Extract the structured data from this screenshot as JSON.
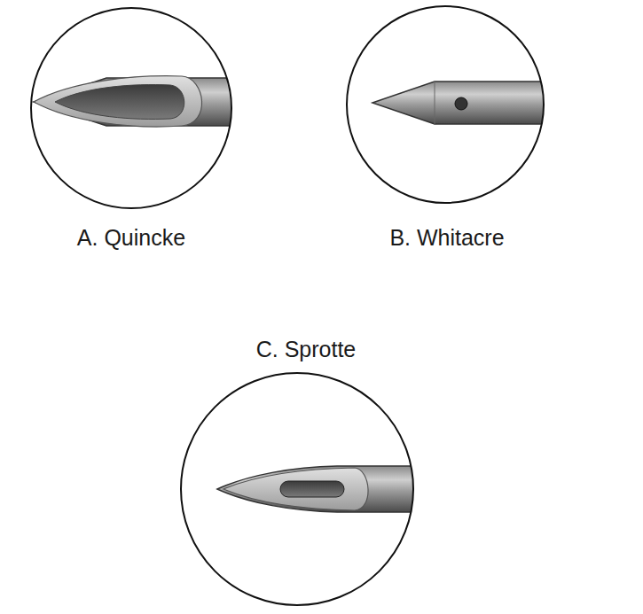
{
  "diagram": {
    "labels": [
      "A. Quincke",
      "B. Whitacre",
      "C. Sprotte"
    ]
  }
}
